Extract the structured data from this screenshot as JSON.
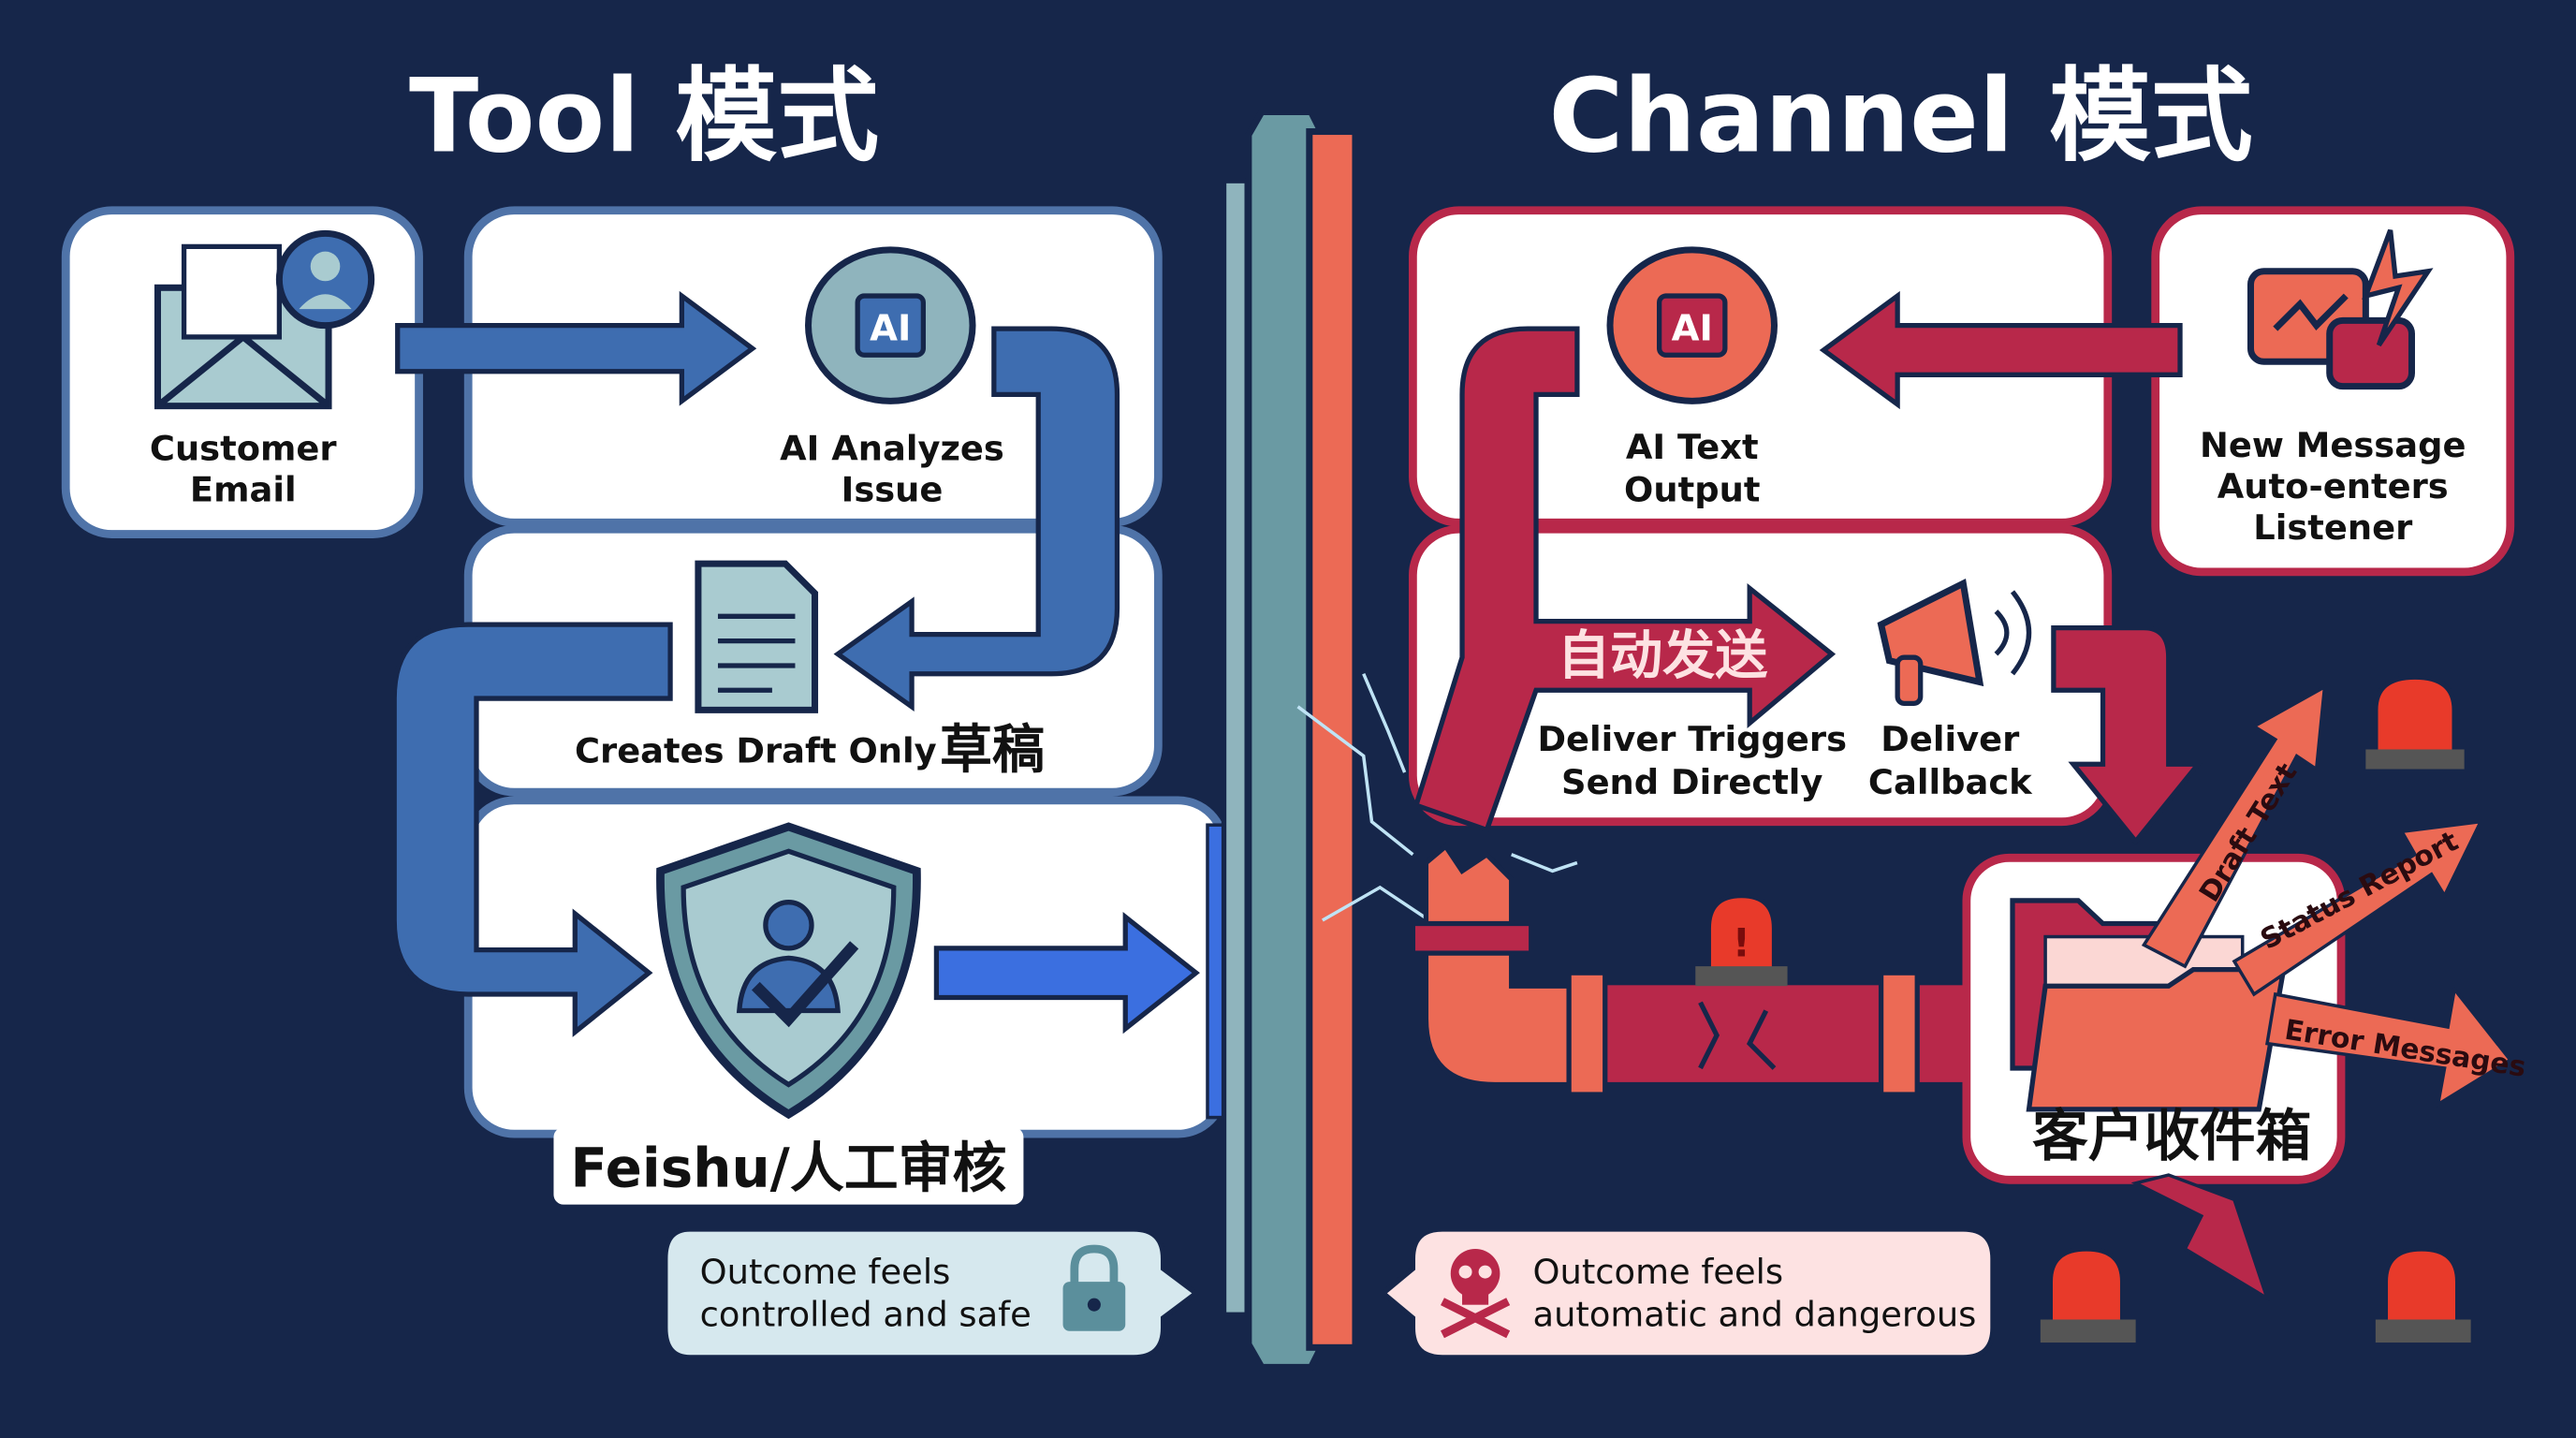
{
  "titles": {
    "left": "Tool 模式",
    "right": "Channel 模式"
  },
  "tool": {
    "customer_email": [
      "Customer",
      "Email"
    ],
    "ai_badge": "AI",
    "ai_analyzes": [
      "AI Analyzes",
      "Issue"
    ],
    "creates_draft": "Creates Draft Only",
    "draft_cn": "草稿",
    "review_label": "Feishu/人工审核",
    "outcome": [
      "Outcome feels",
      "controlled and safe"
    ]
  },
  "channel": {
    "ai_badge": "AI",
    "ai_text_output": [
      "AI Text",
      "Output"
    ],
    "new_message": [
      "New Message",
      "Auto-enters",
      "Listener"
    ],
    "auto_send_cn": "自动发送",
    "deliver_triggers": [
      "Deliver Triggers",
      "Send Directly"
    ],
    "deliver_callback": [
      "Deliver",
      "Callback"
    ],
    "inbox_cn": "客户收件箱",
    "leak_arrows": [
      "Draft Text",
      "Status Report",
      "Error Messages"
    ],
    "outcome": [
      "Outcome feels",
      "automatic and dangerous"
    ]
  },
  "colors": {
    "background": "#16264a",
    "tool_blue": "#3e6db0",
    "tool_border": "#4f73a8",
    "channel_red": "#b8284a",
    "channel_coral": "#ec6a55",
    "wall_teal": "#6a9aa3"
  },
  "icons": [
    "envelope-icon",
    "user-icon",
    "brain-ai-icon",
    "document-icon",
    "shield-check-icon",
    "lock-icon",
    "chat-alert-icon",
    "megaphone-icon",
    "broken-pipe-icon",
    "alarm-siren-icon",
    "folder-icon",
    "skull-crossbones-icon",
    "lightning-icon"
  ]
}
